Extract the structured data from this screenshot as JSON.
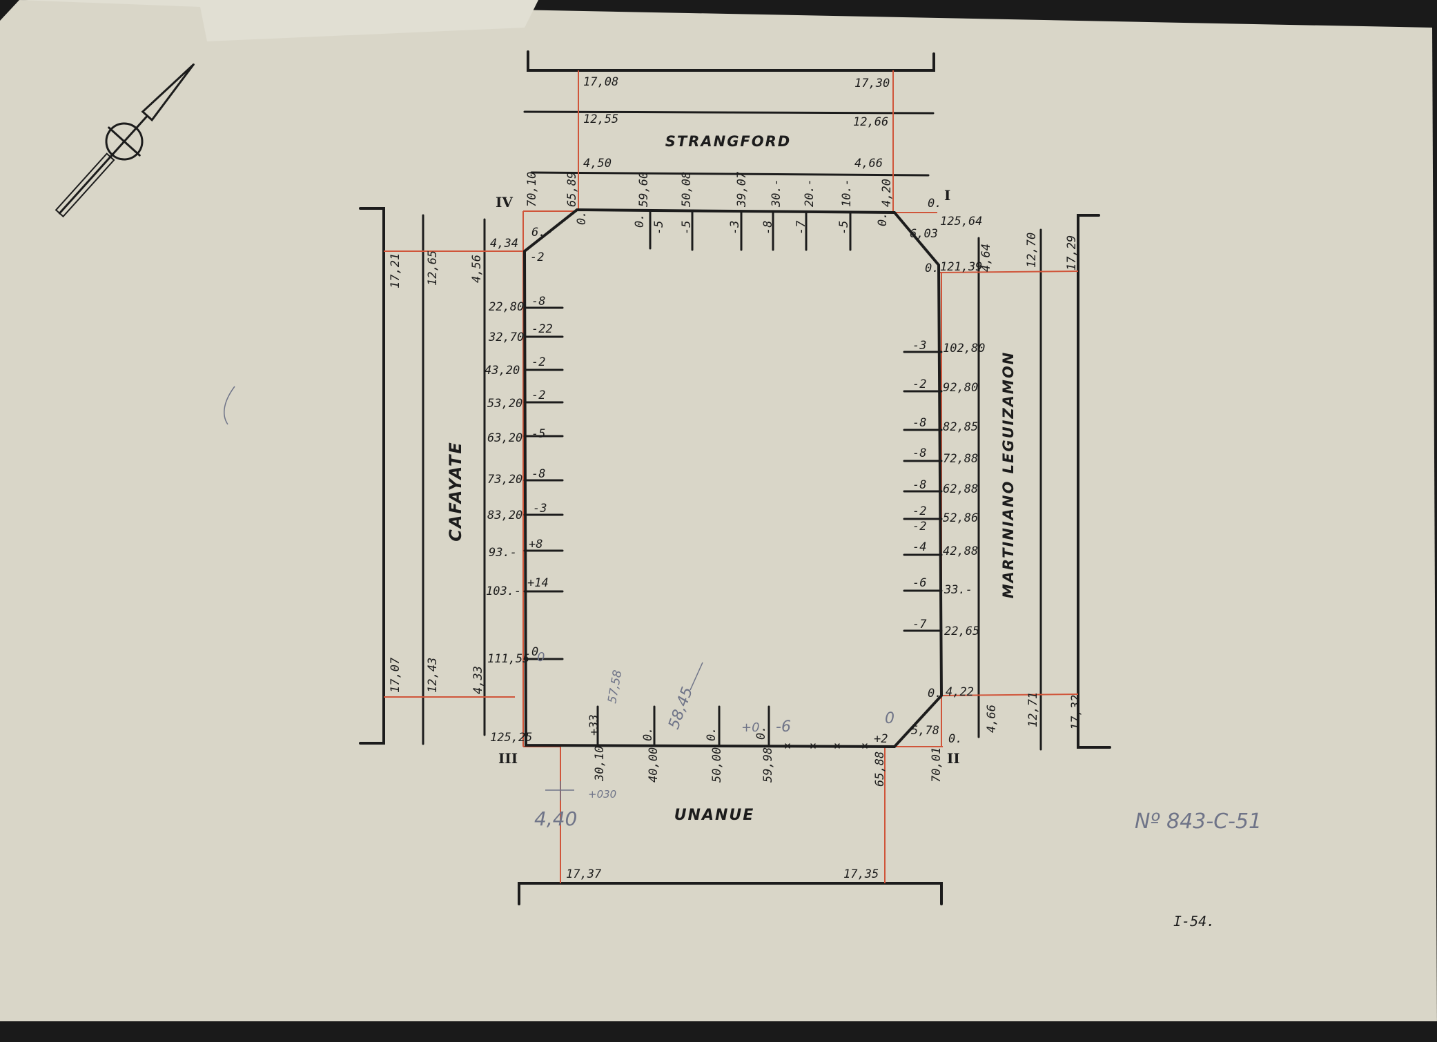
{
  "colors": {
    "paper": "#d9d6c8",
    "ink": "#1c1c1c",
    "red_line": "#d0553a",
    "pencil": "#6f7488",
    "background": "#1a1a1a"
  },
  "icons": {
    "north_arrow": "north-arrow-icon"
  },
  "streets": {
    "top": "STRANGFORD",
    "left": "CAFAYATE",
    "right": "MARTINIANO LEGUIZAMON",
    "bottom": "UNANUE"
  },
  "corners": {
    "I": "I",
    "II": "II",
    "III": "III",
    "IV": "IV"
  },
  "top": {
    "left_col": [
      "17,08",
      "12,55",
      "4,50"
    ],
    "right_col": [
      "17,30",
      "12,66",
      "4,66"
    ],
    "vertex_labels": [
      "70,10",
      "65,89",
      "0."
    ],
    "chainages": [
      "59,60",
      "50,08",
      "39,07",
      "30.-",
      "20.-",
      "10.-",
      "4,20"
    ],
    "offsets": [
      "0.",
      "-5",
      "-5",
      "-3",
      "-8",
      "-7",
      "-5",
      "0."
    ],
    "bevel_left": "6.-",
    "bevel_right": "6,03",
    "corner_I_value": "125,64",
    "corner_I_zero": "0."
  },
  "left": {
    "top_col": [
      "17,21",
      "12,65",
      "4,56"
    ],
    "bottom_col": [
      "17,07",
      "12,43",
      "4,33"
    ],
    "first": {
      "chainage": "4,34",
      "offset": "-2"
    },
    "rows": [
      {
        "chainage": "22,80",
        "offset": "-8"
      },
      {
        "chainage": "32,70",
        "offset": "-22"
      },
      {
        "chainage": "43,20",
        "offset": "-2"
      },
      {
        "chainage": "53,20",
        "offset": "-2"
      },
      {
        "chainage": "63,20",
        "offset": "-5"
      },
      {
        "chainage": "73,20",
        "offset": "-8"
      },
      {
        "chainage": "83,20",
        "offset": "-3"
      },
      {
        "chainage": "93.-",
        "offset": "+8"
      },
      {
        "chainage": "103.-",
        "offset": "+14"
      },
      {
        "chainage": "111,55",
        "offset": "0"
      }
    ],
    "corner_III_value": "125,25"
  },
  "right": {
    "top_col": [
      "4,64",
      "12,70",
      "17,29"
    ],
    "bottom_col": [
      "4,66",
      "12,71",
      "17,32"
    ],
    "first": {
      "chainage": "121,39",
      "offset": "0."
    },
    "rows": [
      {
        "chainage": "102,80",
        "offset": "-3"
      },
      {
        "chainage": "92,80",
        "offset": "-2"
      },
      {
        "chainage": "82,85",
        "offset": "-8"
      },
      {
        "chainage": "72,88",
        "offset": "-8"
      },
      {
        "chainage": "62,88",
        "offset": "-8"
      },
      {
        "chainage": "52,86",
        "offset": "-2"
      },
      {
        "chainage": "42,88",
        "offset": "-4"
      },
      {
        "chainage": "33.-",
        "offset": "-6"
      },
      {
        "chainage": "22,65",
        "offset": "-7"
      }
    ],
    "extra_offset": "-2",
    "last": {
      "chainage": "4,22",
      "offset": "0."
    }
  },
  "bottom": {
    "chainages": [
      "30,10",
      "40,00",
      "50,00",
      "59,98",
      "65,88",
      "70,01"
    ],
    "offsets": [
      "+33",
      "0.",
      "0.",
      "0."
    ],
    "bevel_right": "5,78",
    "bevel_offset": "+2",
    "corner_II_zero": "0.",
    "left_col": "17,37",
    "right_col": "17,35"
  },
  "pencil_notes": {
    "n1": "+030",
    "n2": "4,40",
    "n3": "57,58",
    "n4": "58,45",
    "n5": "-6",
    "n6": "0",
    "n7": "+0",
    "n8": "0"
  },
  "stamp": "Nº 843-C-51",
  "sheet": "I-54."
}
